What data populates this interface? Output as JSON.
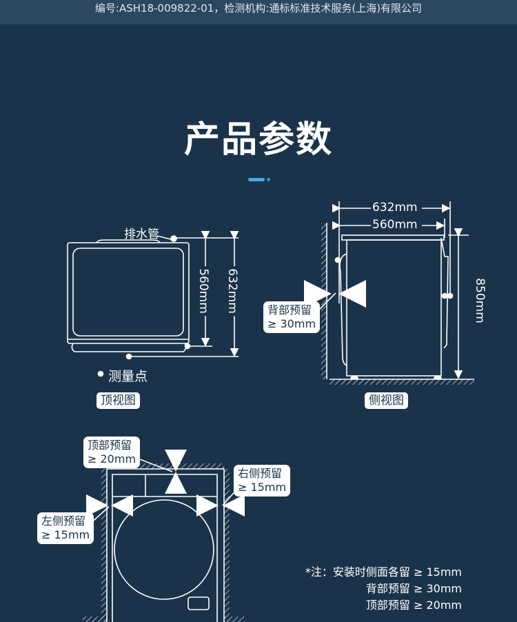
{
  "header": {
    "cert_text": "编号:ASH18-009822-01，检测机构:通标标准技术服务(上海)有限公司"
  },
  "title": "产品参数",
  "top_view": {
    "label": "顶视图",
    "drain_label": "排水管",
    "measure_point_label": "测量点",
    "dim_inner": "560mm",
    "dim_outer": "632mm"
  },
  "side_view": {
    "label": "侧视图",
    "dim_outer": "632mm",
    "dim_inner": "560mm",
    "dim_height": "850mm",
    "back_clearance_title": "背部预留",
    "back_clearance_value": "≥ 30mm"
  },
  "front_view": {
    "top_title": "顶部预留",
    "top_value": "≥ 20mm",
    "right_title": "右侧预留",
    "right_value": "≥ 15mm",
    "left_title": "左侧预留",
    "left_value": "≥ 15mm"
  },
  "notes": [
    "*注：安装时侧面各留 ≥ 15mm",
    "背部预留 ≥ 30mm",
    "顶部预留 ≥ 20mm"
  ],
  "colors": {
    "background": "#1b334a",
    "header": "#2c4861",
    "accent": "#4aa8e8"
  }
}
